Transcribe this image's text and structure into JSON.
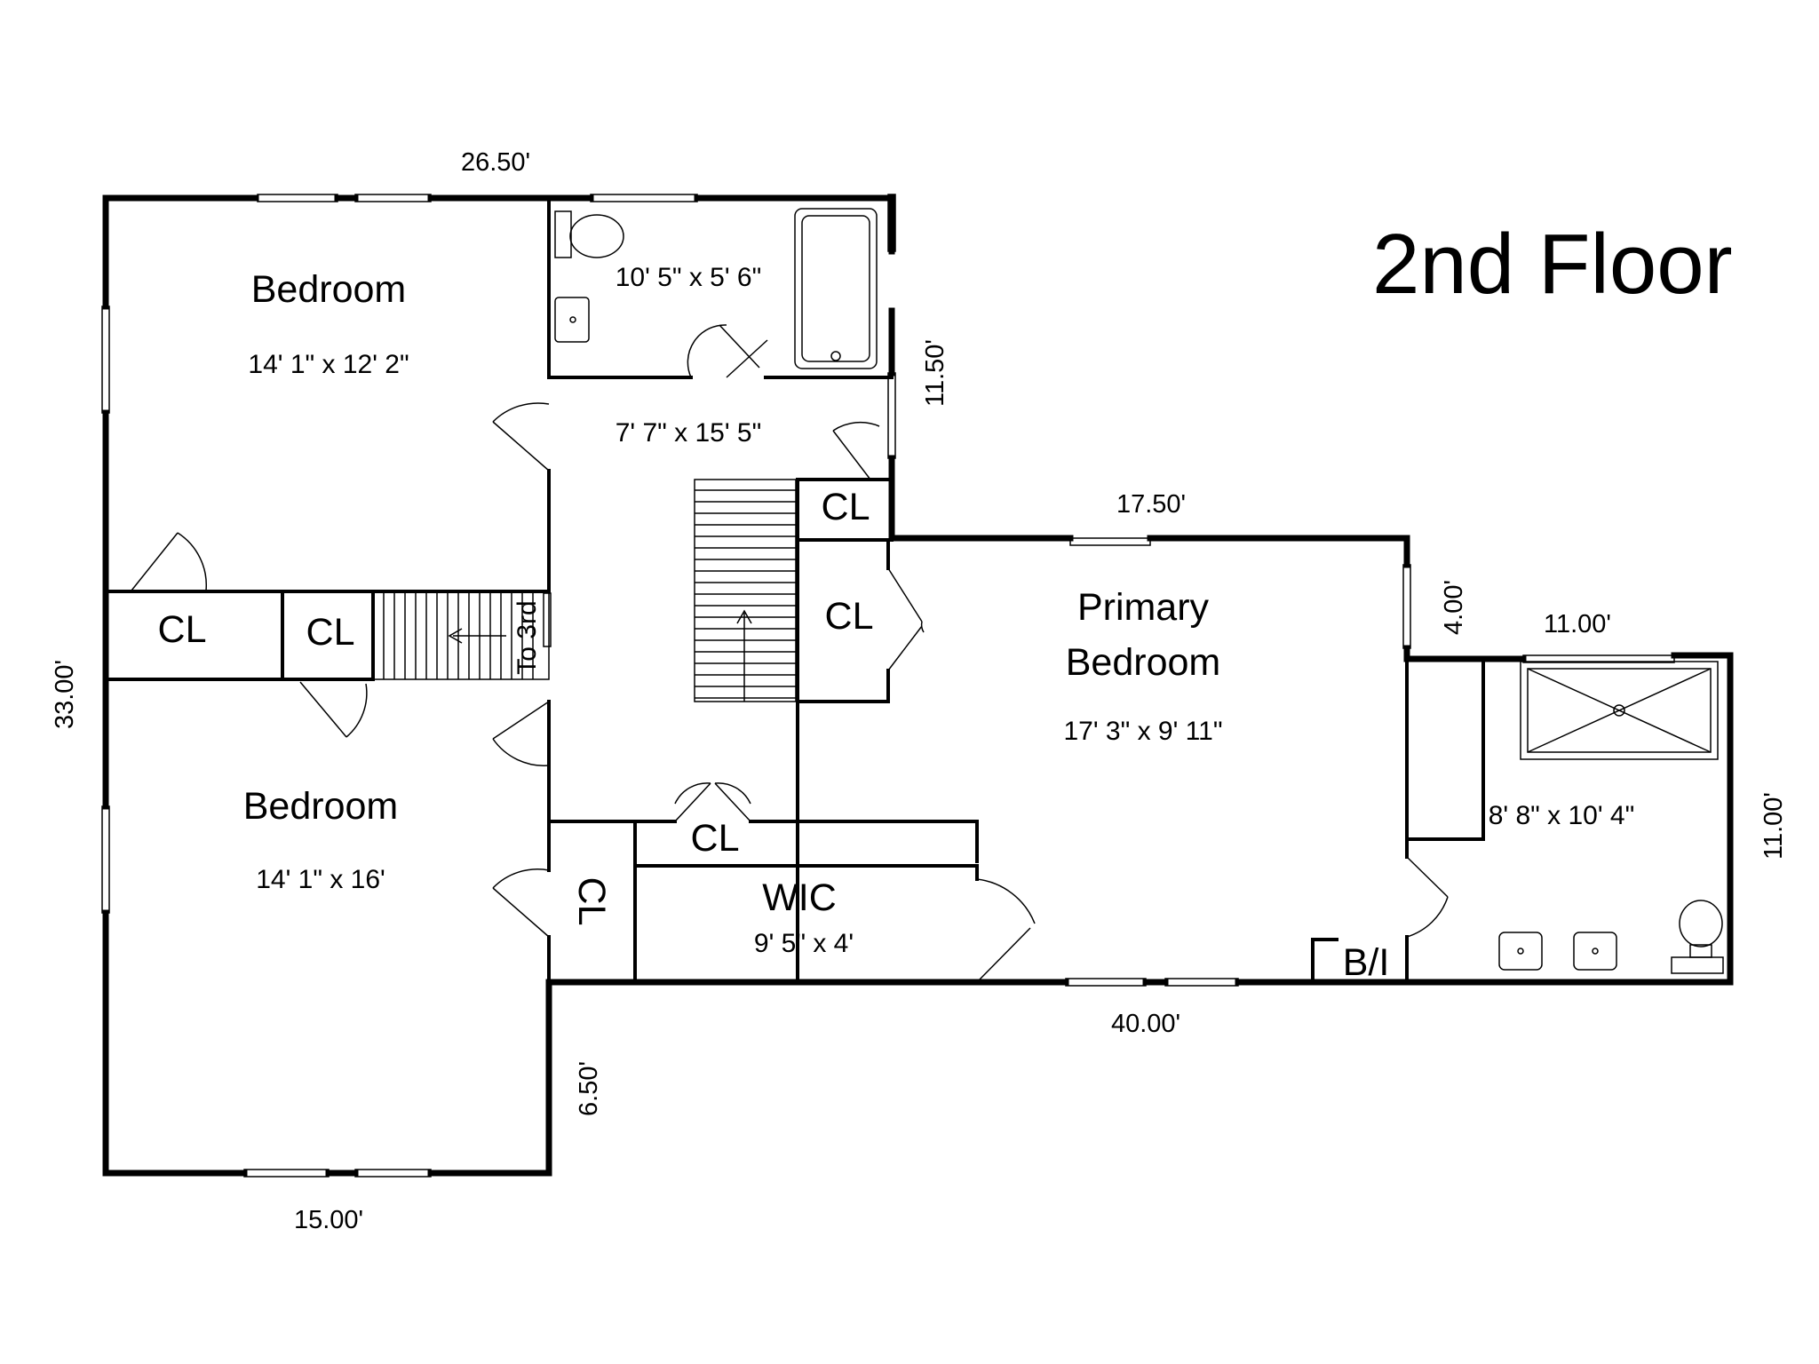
{
  "title": "2nd Floor",
  "rooms": {
    "bedroom_top": {
      "name": "Bedroom",
      "size": "14' 1\" x 12' 2\""
    },
    "bedroom_bottom": {
      "name": "Bedroom",
      "size": "14' 1\" x 16'"
    },
    "bath_top": {
      "size": "10' 5\" x 5' 6\""
    },
    "hall": {
      "size": "7' 7\" x 15' 5\""
    },
    "primary": {
      "name_line1": "Primary",
      "name_line2": "Bedroom",
      "size": "17' 3\" x 9' 11\""
    },
    "primary_bath": {
      "size": "8' 8\" x 10' 4\""
    },
    "wic": {
      "name": "WIC",
      "size": "9' 5\" x 4'"
    }
  },
  "closets": {
    "cl_left": "CL",
    "cl_stair": "CL",
    "cl_hall_top": "CL",
    "cl_primary": "CL",
    "cl_wic_top": "CL",
    "cl_vertical": "CL",
    "builtin": "B/I"
  },
  "stairs": {
    "to_third": "To 3rd"
  },
  "dimensions": {
    "top_width": "26.50'",
    "left_height": "33.00'",
    "bottom_left_width": "15.00'",
    "bottom_step": "6.50'",
    "bottom_total": "40.00'",
    "right_upper": "11.50'",
    "primary_top": "17.50'",
    "primary_step": "4.00'",
    "bath_top_width": "11.00'",
    "bath_right": "11.00'"
  }
}
